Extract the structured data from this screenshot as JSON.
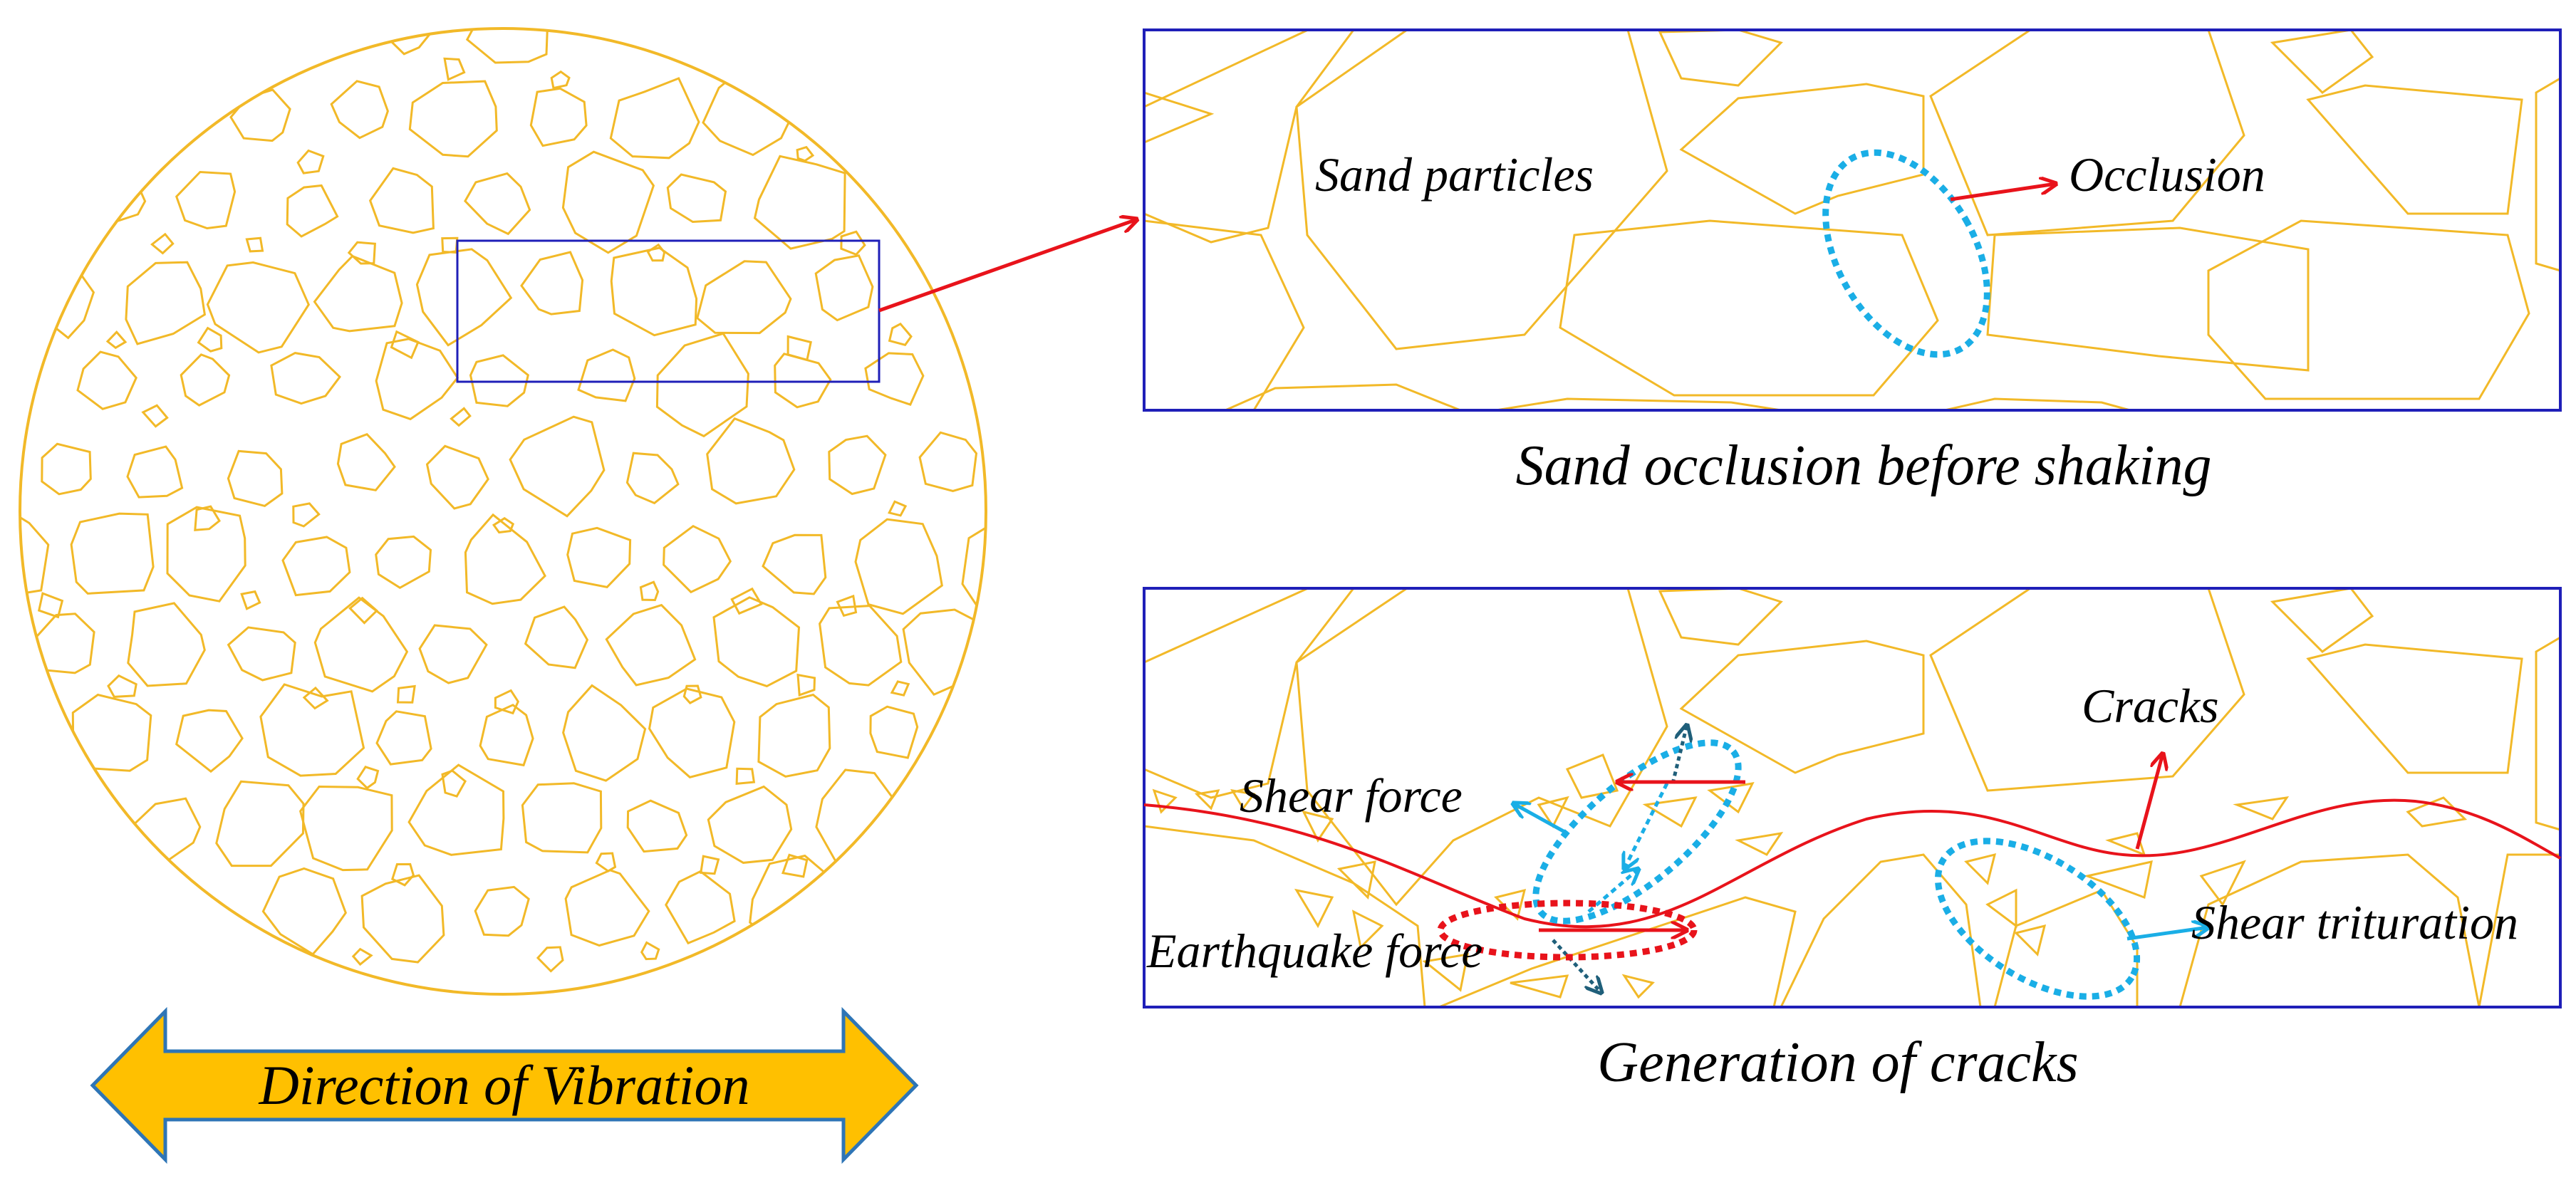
{
  "labels": {
    "sand_particles": "Sand particles",
    "occlusion": "Occlusion",
    "caption_top": "Sand occlusion before shaking",
    "cracks": "Cracks",
    "shear_force": "Shear force",
    "earthquake_force": "Earthquake force",
    "shear_trituration": "Shear trituration",
    "caption_bottom": "Generation of cracks",
    "vibration": "Direction of Vibration"
  },
  "colors": {
    "particle": "#F2B928",
    "frame": "#1F1FB8",
    "arrow_red": "#E8131B",
    "highlight_blue": "#1AAEE6",
    "vibration_fill": "#FFC000",
    "vibration_stroke": "#2E75B6",
    "dark_teal": "#1F5F7A"
  }
}
